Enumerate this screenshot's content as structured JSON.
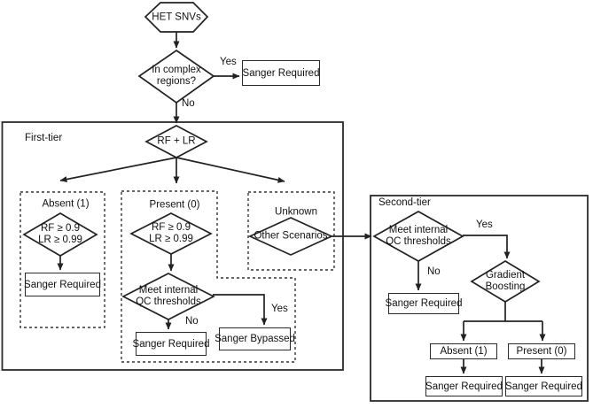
{
  "flow": {
    "start": "HET SNVs",
    "complex": {
      "line1": "In complex",
      "line2": "regions?",
      "yes": "Yes",
      "no": "No",
      "yes_result": "Sanger Required"
    },
    "first_tier": {
      "title": "First-tier",
      "model": "RF + LR",
      "absent": {
        "title": "Absent (1)",
        "cond1": "RF ≥ 0.9",
        "cond2": "LR ≥ 0.99",
        "result": "Sanger Required"
      },
      "present": {
        "title": "Present (0)",
        "cond1": "RF ≥ 0.9",
        "cond2": "LR ≥ 0.99",
        "qc1": "Meet internal",
        "qc2": "QC thresholds",
        "no": "No",
        "yes": "Yes",
        "no_result": "Sanger Required",
        "yes_result": "Sanger Bypassed"
      },
      "unknown": {
        "title": "Unknown",
        "node": "Other Scenarios"
      }
    },
    "second_tier": {
      "title": "Second-tier",
      "qc1": "Meet internal",
      "qc2": "QC thresholds",
      "yes": "Yes",
      "no": "No",
      "no_result": "Sanger Required",
      "model1": "Gradient",
      "model2": "Boosting",
      "absent": {
        "title": "Absent (1)",
        "result": "Sanger Required"
      },
      "present": {
        "title": "Present (0)",
        "result": "Sanger Required"
      }
    }
  },
  "colors": {
    "line": "#222222",
    "text": "#111111",
    "background": "#ffffff"
  }
}
